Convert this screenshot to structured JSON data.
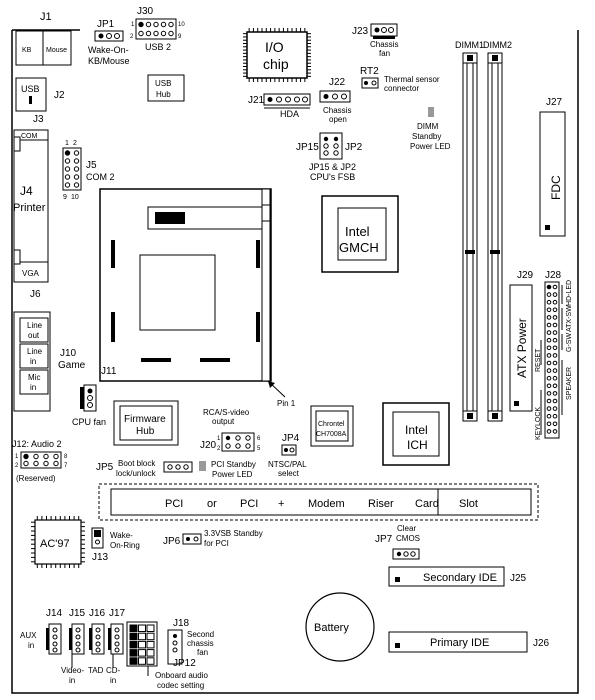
{
  "labels": {
    "j1": "J1",
    "kb": "KB",
    "mouse": "Mouse",
    "jp1": "JP1",
    "wake_kb1": "Wake-On-",
    "wake_kb2": "KB/Mouse",
    "j30": "J30",
    "usb2": "USB 2",
    "io1": "I/O",
    "io2": "chip",
    "j23": "J23",
    "chassis_fan1": "Chassis",
    "chassis_fan2": "fan",
    "dimm1": "DIMM1",
    "dimm2": "DIMM2",
    "j27": "J27",
    "fdc": "FDC",
    "usb": "USB",
    "j2": "J2",
    "usb_hub1": "USB",
    "usb_hub2": "Hub",
    "rt2": "RT2",
    "thermal1": "Thermal sensor",
    "thermal2": "connector",
    "j22": "J22",
    "chassis_open1": "Chassis",
    "chassis_open2": "open",
    "j21": "J21",
    "hda": "HDA",
    "dimm_led1": "DIMM",
    "dimm_led2": "Standby",
    "dimm_led3": "Power LED",
    "j3": "J3",
    "com": "COM",
    "j5": "J5",
    "com2": "COM 2",
    "j4": "J4",
    "printer": "Printer",
    "vga": "VGA",
    "jp15": "JP15",
    "jp2": "JP2",
    "fsb1": "JP15 & JP2",
    "fsb2": "CPU's FSB",
    "gmch1": "Intel",
    "gmch2": "GMCH",
    "j6": "J6",
    "j29": "J29",
    "atx": "ATX Power",
    "j28": "J28",
    "hdled": "HD-LED",
    "atxsw": "ATX-SW",
    "gsw": "G-SW",
    "reset": "RESET",
    "speaker": "SPEAKER",
    "keylock": "KEYLOCK",
    "lineout1": "Line",
    "lineout2": "out",
    "linein1": "Line",
    "linein2": "in",
    "mic1": "Mic",
    "mic2": "in",
    "j10": "J10",
    "game": "Game",
    "j11": "J11",
    "cpufan": "CPU fan",
    "pin1": "Pin 1",
    "fwh1": "Firmware",
    "fwh2": "Hub",
    "rca1": "RCA/S-video",
    "rca2": "output",
    "j20": "J20",
    "jp4": "JP4",
    "ntsc1": "NTSC/PAL",
    "ntsc2": "select",
    "chrontel1": "Chrontel",
    "chrontel2": "CH7008A",
    "ich1": "Intel",
    "ich2": "ICH",
    "j12": "J12: Audio 2",
    "reserved": "(Reserved)",
    "jp5": "JP5",
    "bb1": "Boot block",
    "bb2": "lock/unlock",
    "pci_led1": "PCI Standby",
    "pci_led2": "Power LED",
    "riser": [
      "PCI",
      "or",
      "PCI",
      "+",
      "Modem",
      "Riser",
      "Card",
      "Slot"
    ],
    "ac97": "AC'97",
    "j13": "J13",
    "wor1": "Wake-",
    "wor2": "On-Ring",
    "jp6": "JP6",
    "vsb1": "3.3VSB Standby",
    "vsb2": "for PCI",
    "jp7": "JP7",
    "clear1": "Clear",
    "clear2": "CMOS",
    "sec_ide": "Secondary IDE",
    "j25": "J25",
    "battery": "Battery",
    "pri_ide": "Primary IDE",
    "j26": "J26",
    "j14": "J14",
    "j15": "J15",
    "j16": "J16",
    "j17": "J17",
    "j18": "J18",
    "aux1": "AUX",
    "aux2": "in",
    "video1": "Video-",
    "video2": "in",
    "tad": "TAD",
    "cd1": "CD-",
    "cd2": "in",
    "sfan1": "Second",
    "sfan2": "chassis",
    "sfan3": "fan",
    "jp12": "JP12",
    "audio1": "Onboard audio",
    "audio2": "codec setting",
    "pin_1": "1",
    "pin_2": "2",
    "pin_9": "9",
    "pin_10": "10",
    "pin_5": "5",
    "pin_6": "6",
    "pin_7": "7",
    "pin_8": "8"
  }
}
